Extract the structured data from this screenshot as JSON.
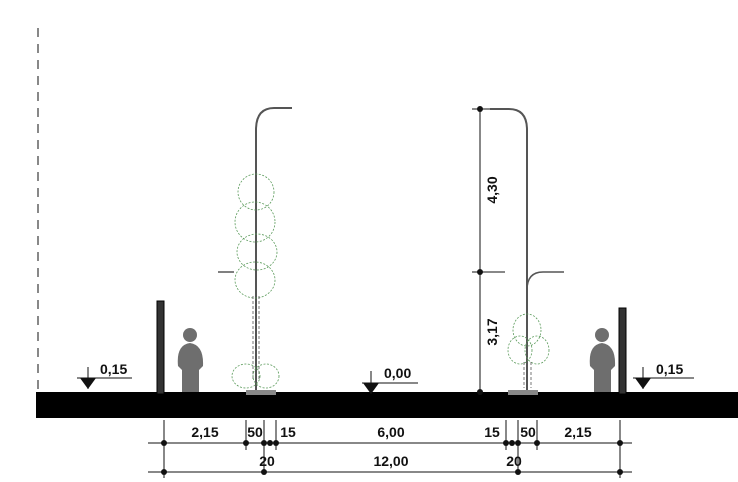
{
  "levels": {
    "left": "0,15",
    "center": "0,00",
    "right": "0,15"
  },
  "heights": {
    "upper": "4,30",
    "lower": "3,17"
  },
  "dims_row1": {
    "left_sidewalk": "2,15",
    "left_50": "50",
    "left_15": "15",
    "carriageway": "6,00",
    "right_15": "15",
    "right_50": "50",
    "right_sidewalk": "2,15"
  },
  "dims_row2": {
    "left_20": "20",
    "total": "12,00",
    "right_20": "20"
  },
  "colors": {
    "ink": "#111111",
    "figure": "#6e6e6e",
    "foliage": "#5a9a5a"
  }
}
